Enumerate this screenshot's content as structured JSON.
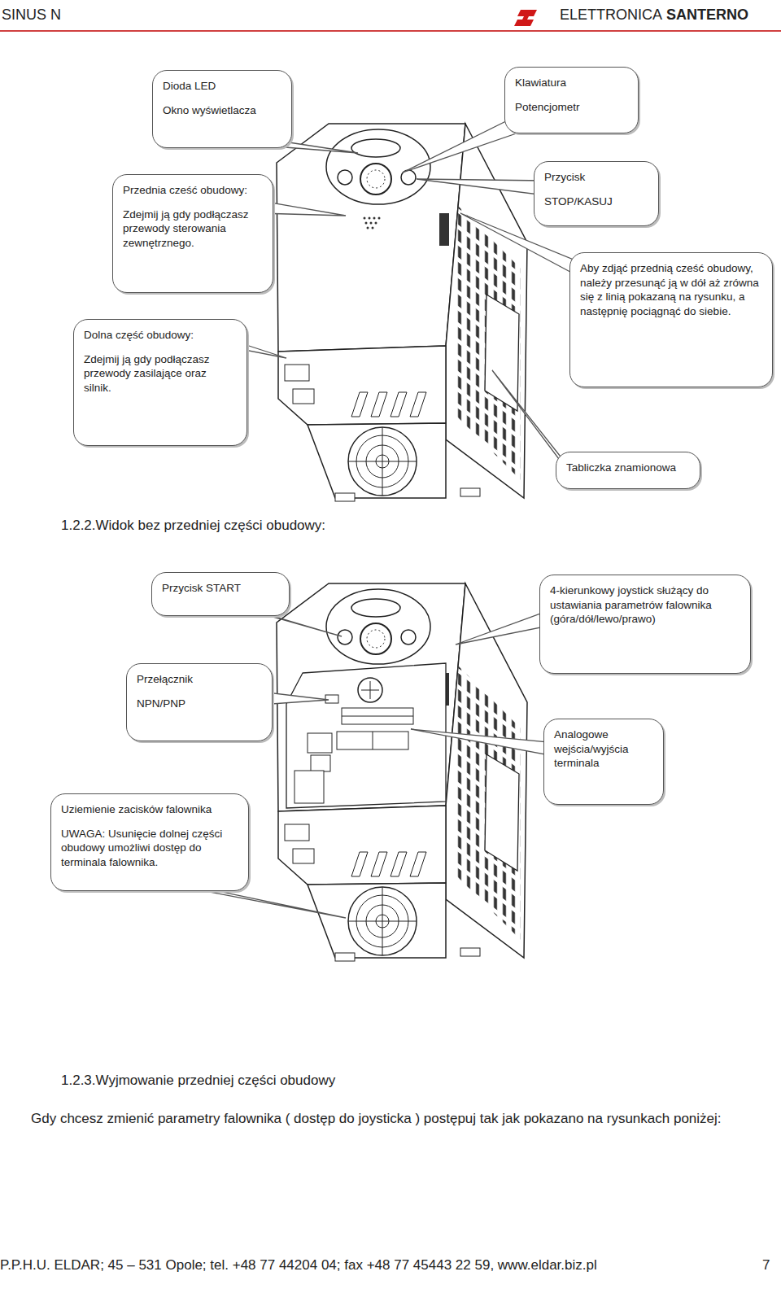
{
  "diagram": {
    "nodes": [
      {
        "text": [
          "Dioda LED",
          "Okno wyświetlacza"
        ]
      },
      {
        "text": [
          "Klawiatura",
          "Potencjometr"
        ]
      },
      {
        "text": [
          "Przednia cześć obudowy:",
          "Zdejmij ją gdy podłączasz przewody sterowania zewnętrznego."
        ]
      },
      {
        "text": [
          "Przycisk",
          "STOP/KASUJ"
        ]
      },
      {
        "text": [
          "Aby zdjąć przednią cześć obudowy, należy przesunąć ją w dół aż zrówna się z linią pokazaną na rysunku, a następnię pociągnąć do siebie."
        ]
      },
      {
        "text": [
          "Dolna część obudowy:",
          "Zdejmij ją gdy podłączasz przewody zasilające oraz silnik."
        ]
      },
      {
        "text": [
          "Tabliczka znamionowa"
        ]
      },
      {
        "text": [
          "Przycisk START"
        ]
      },
      {
        "text": [
          "4-kierunkowy joystick służący do ustawiania parametrów falownika (góra/dół/lewo/prawo)"
        ]
      },
      {
        "text": [
          "Przełącznik",
          "NPN/PNP"
        ]
      },
      {
        "text": [
          "Analogowe wejścia/wyjścia terminala"
        ]
      },
      {
        "text": [
          "Uziemienie zacisków falownika",
          "UWAGA: Usunięcie dolnej części obudowy umożliwi dostęp do terminala falownika."
        ]
      }
    ],
    "labels": [
      "SINUS N",
      "ELETTRONICA",
      "SANTERNO",
      "1.2.2.Widok bez przedniej części obudowy:",
      "1.2.3.Wyjmowanie przedniej części obudowy",
      "Gdy chcesz zmienić parametry falownika ( dostęp do joysticka ) postępuj tak jak pokazano na rysunkach poniżej:",
      "P.P.H.U. ELDAR; 45 – 531 Opole; tel. +48 77 44204 04; fax +48 77 45443 22 59, www.eldar.biz.pl",
      "7"
    ]
  }
}
